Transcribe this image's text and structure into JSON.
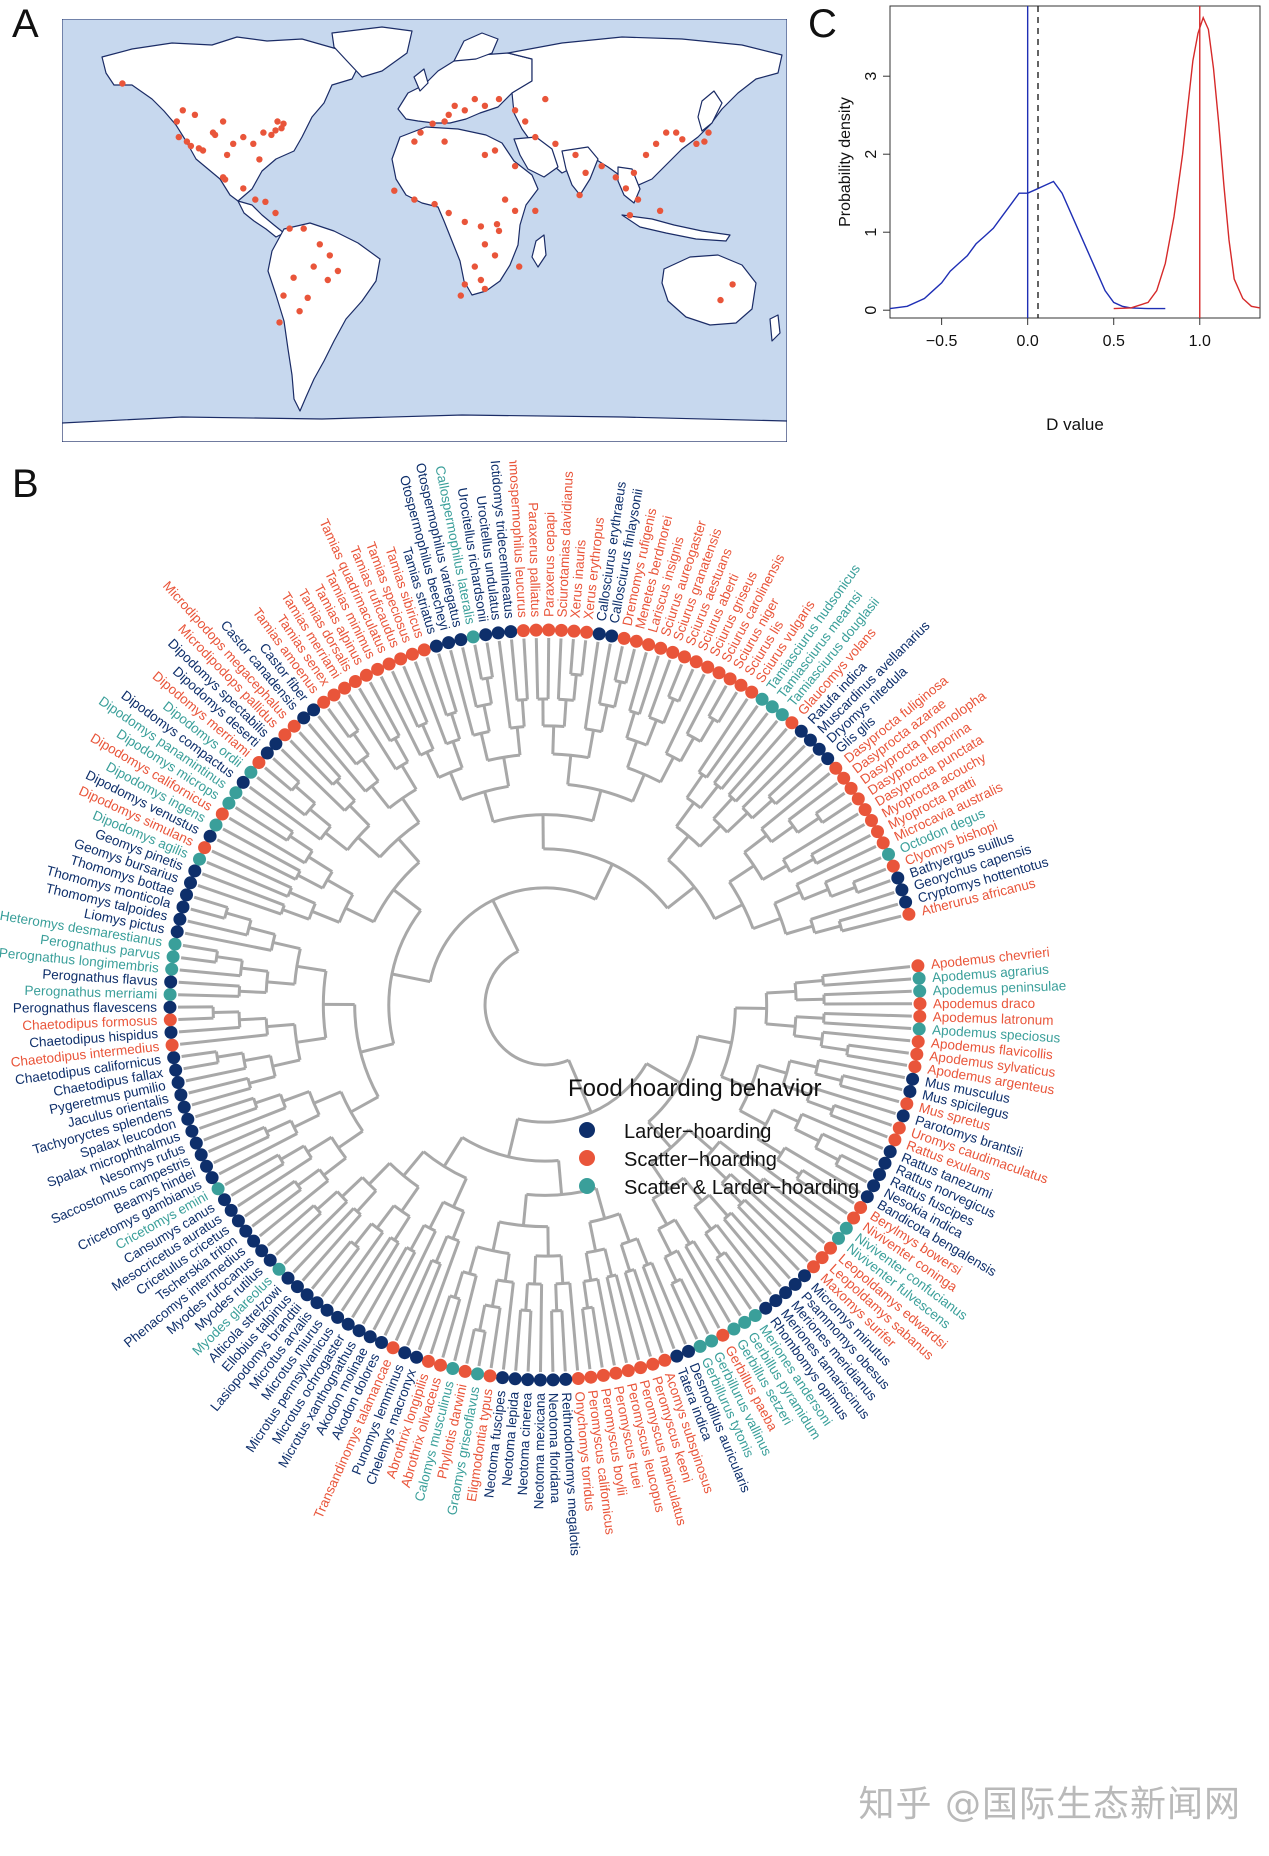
{
  "panels": {
    "a": "A",
    "b": "B",
    "c": "C"
  },
  "colors": {
    "larder": "#0e2f6b",
    "scatter": "#e9553a",
    "both": "#3a9f9a",
    "ocean": "#c7d8ee",
    "land": "#ffffff",
    "coast": "#1b2c66",
    "tree": "#a8a8a8",
    "curve_blue": "#1f2fb5",
    "curve_red": "#d62a2a"
  },
  "map_points": [
    [
      -150,
      62
    ],
    [
      -120,
      50
    ],
    [
      -118,
      36
    ],
    [
      -116,
      34
    ],
    [
      -112,
      33
    ],
    [
      -110,
      32
    ],
    [
      -105,
      40
    ],
    [
      -104,
      39
    ],
    [
      -100,
      45
    ],
    [
      -98,
      30
    ],
    [
      -95,
      35
    ],
    [
      -90,
      38
    ],
    [
      -85,
      35
    ],
    [
      -80,
      40
    ],
    [
      -76,
      39
    ],
    [
      -74,
      41
    ],
    [
      -71,
      42
    ],
    [
      -70,
      44
    ],
    [
      -73,
      45
    ],
    [
      -82,
      28
    ],
    [
      -122,
      38
    ],
    [
      -123,
      45
    ],
    [
      -114,
      48
    ],
    [
      -100,
      20
    ],
    [
      -99,
      19
    ],
    [
      -90,
      15
    ],
    [
      -84,
      10
    ],
    [
      -79,
      9
    ],
    [
      -74,
      4
    ],
    [
      -67,
      -3
    ],
    [
      -60,
      -3
    ],
    [
      -52,
      -10
    ],
    [
      -47,
      -15
    ],
    [
      -43,
      -22
    ],
    [
      -48,
      -26
    ],
    [
      -65,
      -25
    ],
    [
      -70,
      -33
    ],
    [
      -58,
      -34
    ],
    [
      -62,
      -40
    ],
    [
      -72,
      -45
    ],
    [
      -55,
      -20
    ],
    [
      -2,
      40
    ],
    [
      4,
      44
    ],
    [
      10,
      45
    ],
    [
      12,
      48
    ],
    [
      15,
      52
    ],
    [
      20,
      50
    ],
    [
      25,
      55
    ],
    [
      30,
      52
    ],
    [
      37,
      55
    ],
    [
      45,
      50
    ],
    [
      50,
      45
    ],
    [
      60,
      55
    ],
    [
      -5,
      36
    ],
    [
      10,
      36
    ],
    [
      30,
      30
    ],
    [
      35,
      32
    ],
    [
      45,
      25
    ],
    [
      55,
      38
    ],
    [
      65,
      35
    ],
    [
      75,
      30
    ],
    [
      80,
      22
    ],
    [
      77,
      12
    ],
    [
      88,
      25
    ],
    [
      95,
      20
    ],
    [
      100,
      15
    ],
    [
      104,
      22
    ],
    [
      110,
      30
    ],
    [
      115,
      35
    ],
    [
      120,
      40
    ],
    [
      125,
      40
    ],
    [
      128,
      37
    ],
    [
      135,
      35
    ],
    [
      139,
      36
    ],
    [
      141,
      40
    ],
    [
      106,
      10
    ],
    [
      102,
      3
    ],
    [
      117,
      5
    ],
    [
      -15,
      14
    ],
    [
      -5,
      10
    ],
    [
      5,
      8
    ],
    [
      12,
      4
    ],
    [
      20,
      0
    ],
    [
      28,
      -2
    ],
    [
      36,
      -1
    ],
    [
      37,
      -4
    ],
    [
      30,
      -10
    ],
    [
      35,
      -15
    ],
    [
      25,
      -20
    ],
    [
      28,
      -26
    ],
    [
      20,
      -28
    ],
    [
      18,
      -33
    ],
    [
      30,
      -30
    ],
    [
      47,
      -20
    ],
    [
      45,
      5
    ],
    [
      40,
      10
    ],
    [
      55,
      5
    ],
    [
      147,
      -35
    ],
    [
      153,
      -28
    ]
  ],
  "density": {
    "ylabel": "Probability density",
    "xlabel": "D value",
    "x_ticks": [
      "−0.5",
      "0.0",
      "0.5",
      "1.0"
    ],
    "y_ticks": [
      "0",
      "1",
      "2",
      "3"
    ],
    "xlim": [
      -0.8,
      1.35
    ],
    "ylim": [
      -0.1,
      3.9
    ],
    "blue_curve": [
      [
        -0.8,
        0.02
      ],
      [
        -0.7,
        0.05
      ],
      [
        -0.6,
        0.15
      ],
      [
        -0.55,
        0.25
      ],
      [
        -0.5,
        0.35
      ],
      [
        -0.45,
        0.5
      ],
      [
        -0.4,
        0.6
      ],
      [
        -0.35,
        0.7
      ],
      [
        -0.3,
        0.85
      ],
      [
        -0.25,
        0.95
      ],
      [
        -0.2,
        1.05
      ],
      [
        -0.15,
        1.2
      ],
      [
        -0.1,
        1.35
      ],
      [
        -0.05,
        1.5
      ],
      [
        0.0,
        1.5
      ],
      [
        0.05,
        1.55
      ],
      [
        0.1,
        1.6
      ],
      [
        0.15,
        1.65
      ],
      [
        0.2,
        1.5
      ],
      [
        0.25,
        1.25
      ],
      [
        0.3,
        1.0
      ],
      [
        0.35,
        0.75
      ],
      [
        0.4,
        0.5
      ],
      [
        0.45,
        0.25
      ],
      [
        0.5,
        0.1
      ],
      [
        0.55,
        0.05
      ],
      [
        0.6,
        0.03
      ],
      [
        0.7,
        0.02
      ],
      [
        0.8,
        0.02
      ]
    ],
    "red_curve": [
      [
        0.5,
        0.02
      ],
      [
        0.6,
        0.03
      ],
      [
        0.7,
        0.1
      ],
      [
        0.75,
        0.25
      ],
      [
        0.8,
        0.6
      ],
      [
        0.85,
        1.2
      ],
      [
        0.9,
        2.0
      ],
      [
        0.93,
        2.6
      ],
      [
        0.96,
        3.2
      ],
      [
        0.99,
        3.55
      ],
      [
        1.02,
        3.75
      ],
      [
        1.05,
        3.6
      ],
      [
        1.08,
        3.1
      ],
      [
        1.11,
        2.4
      ],
      [
        1.14,
        1.6
      ],
      [
        1.17,
        0.9
      ],
      [
        1.2,
        0.4
      ],
      [
        1.25,
        0.15
      ],
      [
        1.3,
        0.05
      ],
      [
        1.35,
        0.03
      ]
    ],
    "blue_line": 0.0,
    "dashed_line": 0.06,
    "red_line": 1.0
  },
  "legend": {
    "title": "Food hoarding behavior",
    "items": [
      "Larder−hoarding",
      "Scatter−hoarding",
      "Scatter & Larder−hoarding"
    ]
  },
  "species": [
    [
      "Apodemus chevrieri",
      "S"
    ],
    [
      "Apodemus agrarius",
      "B"
    ],
    [
      "Apodemus peninsulae",
      "B"
    ],
    [
      "Apodemus draco",
      "S"
    ],
    [
      "Apodemus latronum",
      "S"
    ],
    [
      "Apodemus speciosus",
      "B"
    ],
    [
      "Apodemus flavicollis",
      "S"
    ],
    [
      "Apodemus sylvaticus",
      "S"
    ],
    [
      "Apodemus argenteus",
      "S"
    ],
    [
      "Mus musculus",
      "L"
    ],
    [
      "Mus spicilegus",
      "L"
    ],
    [
      "Mus spretus",
      "S"
    ],
    [
      "Parotomys brantsii",
      "L"
    ],
    [
      "Uromys caudimaculatus",
      "S"
    ],
    [
      "Rattus exulans",
      "S"
    ],
    [
      "Rattus tanezumi",
      "L"
    ],
    [
      "Rattus norvegicus",
      "L"
    ],
    [
      "Rattus fuscipes",
      "L"
    ],
    [
      "Nesokia indica",
      "L"
    ],
    [
      "Bandicota bengalensis",
      "L"
    ],
    [
      "Berylmys bowersi",
      "S"
    ],
    [
      "Niviventer coninga",
      "S"
    ],
    [
      "Niviventer confucianus",
      "B"
    ],
    [
      "Niviventer fulvescens",
      "B"
    ],
    [
      "Leopoldamys edwardsi",
      "S"
    ],
    [
      "Leopoldamys sabanus",
      "S"
    ],
    [
      "Maxomys surifer",
      "S"
    ],
    [
      "Micromys minutus",
      "L"
    ],
    [
      "Psammomys obesus",
      "L"
    ],
    [
      "Meriones meridianus",
      "L"
    ],
    [
      "Meriones tamariscinus",
      "L"
    ],
    [
      "Rhombomys opimus",
      "L"
    ],
    [
      "Meriones andersoni",
      "B"
    ],
    [
      "Gerbillus pyramidum",
      "B"
    ],
    [
      "Gerbillus setzeri",
      "B"
    ],
    [
      "Gerbillus paeba",
      "S"
    ],
    [
      "Gerbillurus vallinus",
      "B"
    ],
    [
      "Gerbillurus tytonis",
      "B"
    ],
    [
      "Desmodillus auricularis",
      "L"
    ],
    [
      "Tatera indica",
      "L"
    ],
    [
      "Acomys subspinosus",
      "S"
    ],
    [
      "Peromyscus keeni",
      "S"
    ],
    [
      "Peromyscus maniculatus",
      "S"
    ],
    [
      "Peromyscus leucopus",
      "S"
    ],
    [
      "Peromyscus truei",
      "S"
    ],
    [
      "Peromyscus boylii",
      "S"
    ],
    [
      "Peromyscus californicus",
      "S"
    ],
    [
      "Onychomys torridus",
      "S"
    ],
    [
      "Reithrodontomys megalotis",
      "L"
    ],
    [
      "Neotoma floridana",
      "L"
    ],
    [
      "Neotoma mexicana",
      "L"
    ],
    [
      "Neotoma cinerea",
      "L"
    ],
    [
      "Neotoma lepida",
      "L"
    ],
    [
      "Neotoma fuscipes",
      "L"
    ],
    [
      "Eligmodontia typus",
      "S"
    ],
    [
      "Graomys griseoflavus",
      "B"
    ],
    [
      "Phyllotis darwini",
      "S"
    ],
    [
      "Calomys musculinus",
      "B"
    ],
    [
      "Abrothrix olivaceus",
      "S"
    ],
    [
      "Abrothrix longipilis",
      "S"
    ],
    [
      "Chelemys macronyx",
      "L"
    ],
    [
      "Punomys lemminus",
      "L"
    ],
    [
      "Transandinomys talamancae",
      "S"
    ],
    [
      "Akodon dolores",
      "L"
    ],
    [
      "Akodon molinae",
      "L"
    ],
    [
      "Microtus xanthognathus",
      "L"
    ],
    [
      "Microtus ochrogaster",
      "L"
    ],
    [
      "Microtus pennsylvanicus",
      "L"
    ],
    [
      "Microtus miurus",
      "L"
    ],
    [
      "Microtus arvalis",
      "L"
    ],
    [
      "Lasiopodomys brandtii",
      "L"
    ],
    [
      "Ellobius talpinus",
      "L"
    ],
    [
      "Alticola strelzowi",
      "L"
    ],
    [
      "Myodes glareolus",
      "B"
    ],
    [
      "Myodes rutilus",
      "L"
    ],
    [
      "Myodes rufocanus",
      "L"
    ],
    [
      "Phenacomys intermedius",
      "L"
    ],
    [
      "Tscherskia triton",
      "L"
    ],
    [
      "Cricetulus cricetus",
      "L"
    ],
    [
      "Mesocricetus auratus",
      "L"
    ],
    [
      "Cansumys canus",
      "L"
    ],
    [
      "Cricetomys emini",
      "B"
    ],
    [
      "Cricetomys gambianus",
      "L"
    ],
    [
      "Beamys hindei",
      "L"
    ],
    [
      "Saccostomus campestris",
      "L"
    ],
    [
      "Nesomys rufus",
      "L"
    ],
    [
      "Spalax microphthalmus",
      "L"
    ],
    [
      "Spalax leucodon",
      "L"
    ],
    [
      "Tachyoryctes splendens",
      "L"
    ],
    [
      "Jaculus orientalis",
      "L"
    ],
    [
      "Pygeretmus pumilio",
      "L"
    ],
    [
      "Chaetodipus fallax",
      "L"
    ],
    [
      "Chaetodipus californicus",
      "L"
    ],
    [
      "Chaetodipus intermedius",
      "S"
    ],
    [
      "Chaetodipus hispidus",
      "L"
    ],
    [
      "Chaetodipus formosus",
      "S"
    ],
    [
      "Perognathus flavescens",
      "L"
    ],
    [
      "Perognathus merriami",
      "B"
    ],
    [
      "Perognathus flavus",
      "L"
    ],
    [
      "Perognathus longimembris",
      "B"
    ],
    [
      "Perognathus parvus",
      "B"
    ],
    [
      "Heteromys desmarestianus",
      "B"
    ],
    [
      "Liomys pictus",
      "L"
    ],
    [
      "Thomomys talpoides",
      "L"
    ],
    [
      "Thomomys monticola",
      "L"
    ],
    [
      "Thomomys bottae",
      "L"
    ],
    [
      "Geomys bursarius",
      "L"
    ],
    [
      "Geomys pinetis",
      "L"
    ],
    [
      "Dipodomys agilis",
      "B"
    ],
    [
      "Dipodomys simulans",
      "S"
    ],
    [
      "Dipodomys venustus",
      "L"
    ],
    [
      "Dipodomys ingens",
      "B"
    ],
    [
      "Dipodomys californicus",
      "S"
    ],
    [
      "Dipodomys microps",
      "B"
    ],
    [
      "Dipodomys panamintinus",
      "B"
    ],
    [
      "Dipodomys compactus",
      "L"
    ],
    [
      "Dipodomys ordii",
      "B"
    ],
    [
      "Dipodomys merriami",
      "S"
    ],
    [
      "Dipodomys deserti",
      "L"
    ],
    [
      "Dipodomys spectabilis",
      "L"
    ],
    [
      "Microdipodops pallidus",
      "S"
    ],
    [
      "Microdipodops megacephalus",
      "S"
    ],
    [
      "Castor canadensis",
      "L"
    ],
    [
      "Castor fiber",
      "L"
    ],
    [
      "Tamias amoenus",
      "S"
    ],
    [
      "Tamias senex",
      "S"
    ],
    [
      "Tamias merriami",
      "S"
    ],
    [
      "Tamias dorsalis",
      "S"
    ],
    [
      "Tamias alpinus",
      "S"
    ],
    [
      "Tamias minimus",
      "S"
    ],
    [
      "Tamias quadrimaculatus",
      "S"
    ],
    [
      "Tamias ruficaudus",
      "S"
    ],
    [
      "Tamias speciosus",
      "S"
    ],
    [
      "Tamias sibiricus",
      "S"
    ],
    [
      "Tamias striatus",
      "L"
    ],
    [
      "Otospermophilus beecheyi",
      "L"
    ],
    [
      "Otospermophilus variegatus",
      "L"
    ],
    [
      "Callospermophilus lateralis",
      "B"
    ],
    [
      "Urocitellus richardsonii",
      "L"
    ],
    [
      "Urocitellus undulatus",
      "L"
    ],
    [
      "Ictidomys tridecemlineatus",
      "L"
    ],
    [
      "Ammospermophilus leucurus",
      "S"
    ],
    [
      "Paraxerus palliatus",
      "S"
    ],
    [
      "Paraxerus cepapi",
      "S"
    ],
    [
      "Sciurotamias davidianus",
      "S"
    ],
    [
      "Xerus inauris",
      "S"
    ],
    [
      "Xerus erythropus",
      "S"
    ],
    [
      "Callosciurus erythraeus",
      "L"
    ],
    [
      "Callosciurus finlaysonii",
      "L"
    ],
    [
      "Dremomys rufigenis",
      "S"
    ],
    [
      "Menetes berdmorei",
      "S"
    ],
    [
      "Lariscus insignis",
      "S"
    ],
    [
      "Sciurus aureogaster",
      "S"
    ],
    [
      "Sciurus granatensis",
      "S"
    ],
    [
      "Sciurus aestuans",
      "S"
    ],
    [
      "Sciurus aberti",
      "S"
    ],
    [
      "Sciurus griseus",
      "S"
    ],
    [
      "Sciurus carolinensis",
      "S"
    ],
    [
      "Sciurus niger",
      "S"
    ],
    [
      "Sciurus lis",
      "S"
    ],
    [
      "Sciurus vulgaris",
      "S"
    ],
    [
      "Tamiasciurus hudsonicus",
      "B"
    ],
    [
      "Tamiasciurus mearnsi",
      "B"
    ],
    [
      "Tamiasciurus douglasii",
      "B"
    ],
    [
      "Glaucomys volans",
      "S"
    ],
    [
      "Ratufa indica",
      "L"
    ],
    [
      "Muscardinus avellanarius",
      "L"
    ],
    [
      "Dryomys nitedula",
      "L"
    ],
    [
      "Glis glis",
      "L"
    ],
    [
      "Dasyprocta fuliginosa",
      "S"
    ],
    [
      "Dasyprocta azarae",
      "S"
    ],
    [
      "Dasyprocta prymnolopha",
      "S"
    ],
    [
      "Dasyprocta leporina",
      "S"
    ],
    [
      "Dasyprocta punctata",
      "S"
    ],
    [
      "Myoprocta acouchy",
      "S"
    ],
    [
      "Myoprocta pratti",
      "S"
    ],
    [
      "Microcavia australis",
      "S"
    ],
    [
      "Octodon degus",
      "B"
    ],
    [
      "Clyomys bishopi",
      "S"
    ],
    [
      "Bathyergus suillus",
      "L"
    ],
    [
      "Georychus capensis",
      "L"
    ],
    [
      "Cryptomys hottentotus",
      "L"
    ],
    [
      "Atherurus africanus",
      "S"
    ]
  ],
  "watermark": "知乎 @国际生态新闻网"
}
